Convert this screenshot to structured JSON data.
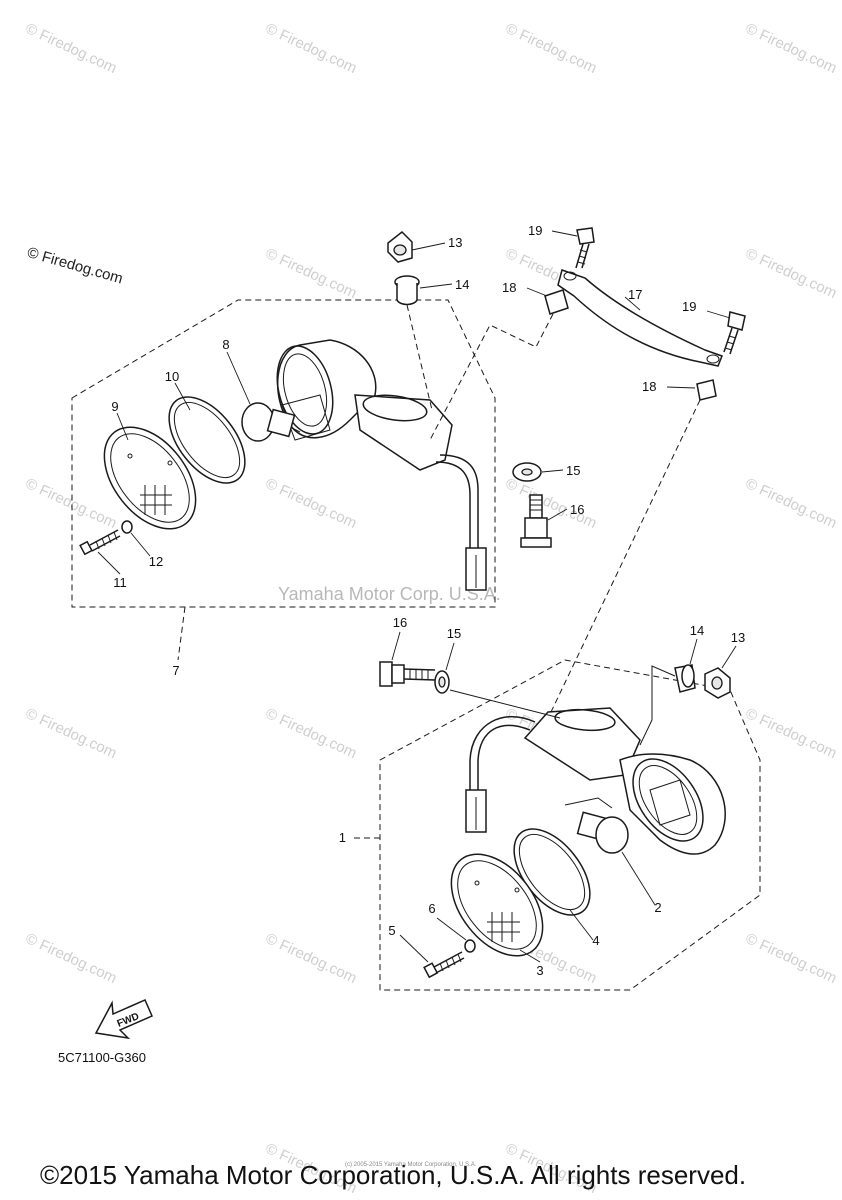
{
  "watermarks": {
    "repeat_text": "© Firedog.com",
    "corner_mark": "© Firedog.com",
    "center_text": "Yamaha Motor Corp. U.S.A."
  },
  "diagram_code": "5C71100-G360",
  "tiny_credit": "(c) 2005-2015 Yamaha Motor Corporation, U.S.A.",
  "copyright": "©2015 Yamaha Motor Corporation, U.S.A. All rights reserved.",
  "fwd_label": "FWD",
  "part_numbers": {
    "p1": "1",
    "p2": "2",
    "p3": "3",
    "p4": "4",
    "p5": "5",
    "p6": "6",
    "p7": "7",
    "p8": "8",
    "p9": "9",
    "p10": "10",
    "p11": "11",
    "p12": "12",
    "p13a": "13",
    "p14a": "14",
    "p15a": "15",
    "p16a": "16",
    "p17": "17",
    "p18a": "18",
    "p18b": "18",
    "p19a": "19",
    "p19b": "19",
    "p13b": "13",
    "p14b": "14",
    "p15b": "15",
    "p16b": "16"
  },
  "colors": {
    "ink": "#1a1a1a",
    "watermark": "#cfcfcf",
    "background": "#ffffff"
  }
}
